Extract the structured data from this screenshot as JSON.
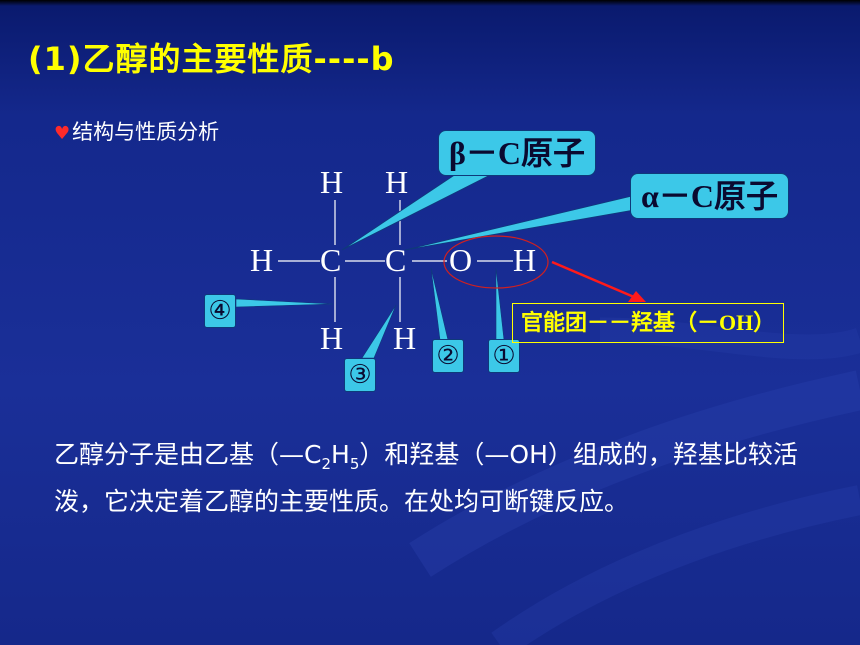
{
  "title": "(1)乙醇的主要性质----b",
  "bullet": "结构与性质分析",
  "atoms": {
    "h_top_left": "H",
    "h_top_right": "H",
    "h_left": "H",
    "c1": "C",
    "c2": "C",
    "o": "O",
    "h_oh": "H",
    "h_bottom_left": "H",
    "h_bottom_right": "H"
  },
  "callouts": {
    "beta": "β－C原子",
    "alpha": "α－C原子"
  },
  "bond_numbers": {
    "one": "①",
    "two": "②",
    "three": "③",
    "four": "④"
  },
  "functional_group": "官能团－－羟基（－OH）",
  "paragraph": {
    "part1": "乙醇分子是由乙基（",
    "dash1": "—",
    "c": "C",
    "sub2": "2",
    "h": "H",
    "sub5": "5",
    "part2": "）和羟基（",
    "dash2": "—",
    "oh": "OH",
    "part3": "）组成的，羟基比较活泼，它决定着乙醇的主要性质。在处均可断键反应。"
  },
  "colors": {
    "background": "#16298f",
    "title": "#ffff00",
    "callout_fill": "#3cc8e8",
    "arrow": "#ff1a1a"
  }
}
